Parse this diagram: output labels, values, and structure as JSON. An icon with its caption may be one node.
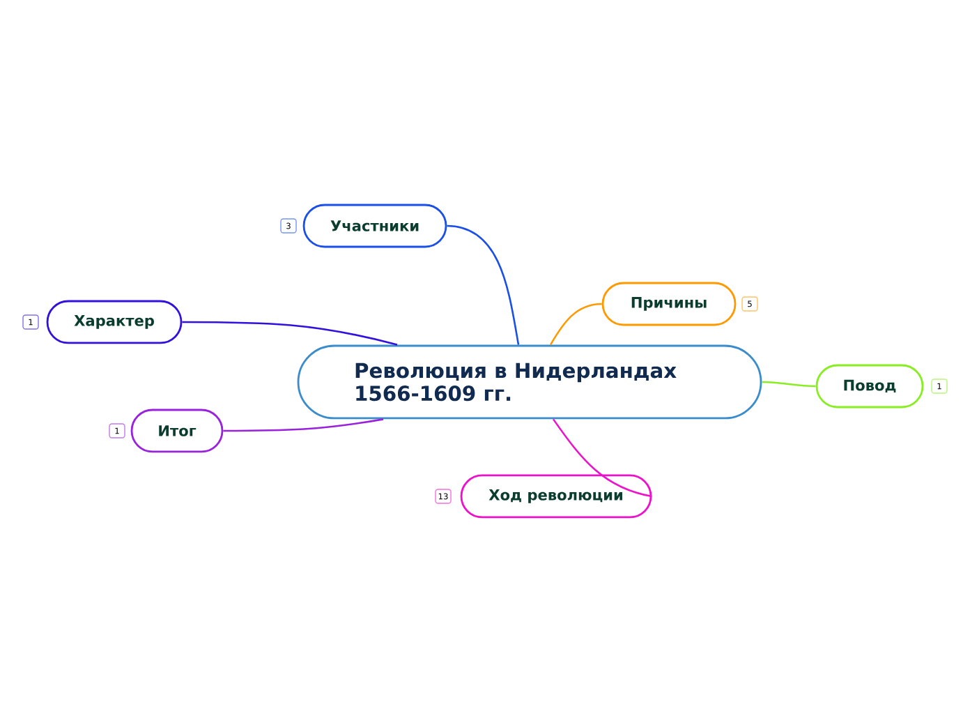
{
  "diagram": {
    "nodes": [
      {
        "text": [
          "Революция в Нидерландах 1566-1609 гг."
        ]
      },
      {
        "text": [
          "Участники"
        ],
        "beside": [
          "3"
        ]
      },
      {
        "text": [
          "Причины"
        ],
        "beside": [
          "5"
        ]
      },
      {
        "text": [
          "Характер"
        ],
        "beside": [
          "1"
        ]
      },
      {
        "text": [
          "Повод"
        ],
        "beside": [
          "1"
        ]
      },
      {
        "text": [
          "Итог"
        ],
        "beside": [
          "1"
        ]
      },
      {
        "text": [
          "Ход революции"
        ],
        "beside": [
          "13"
        ]
      }
    ],
    "edges": [
      {
        "from": 0,
        "to": 1,
        "arrow": "none",
        "color": "#1a4fe8"
      },
      {
        "from": 0,
        "to": 2,
        "arrow": "none",
        "color": "#ff9900"
      },
      {
        "from": 0,
        "to": 3,
        "arrow": "none",
        "color": "#3311dd"
      },
      {
        "from": 0,
        "to": 4,
        "arrow": "none",
        "color": "#88ee22"
      },
      {
        "from": 0,
        "to": 5,
        "arrow": "none",
        "color": "#9922dd"
      },
      {
        "from": 0,
        "to": 6,
        "arrow": "none",
        "color": "#ee11cc"
      }
    ]
  }
}
